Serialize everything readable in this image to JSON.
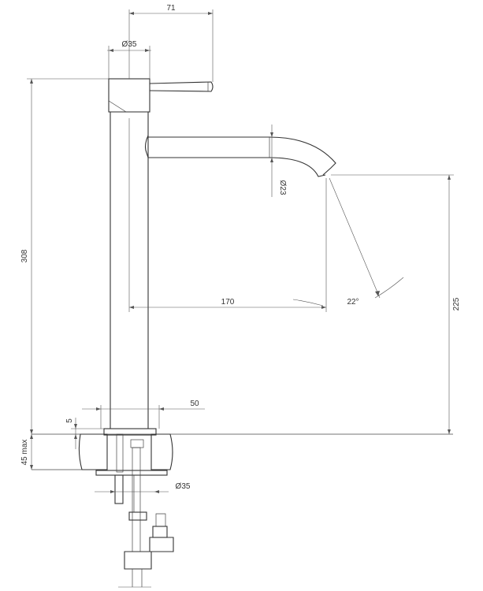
{
  "dimensions": {
    "top_width": "71",
    "handle_diameter": "Ø35",
    "total_height": "308",
    "spout_diameter": "Ø23",
    "spout_reach": "170",
    "angle": "22°",
    "spout_height": "225",
    "base_width": "50",
    "base_gap": "5",
    "deck_thickness": "45 max",
    "shank_diameter": "Ø35"
  }
}
